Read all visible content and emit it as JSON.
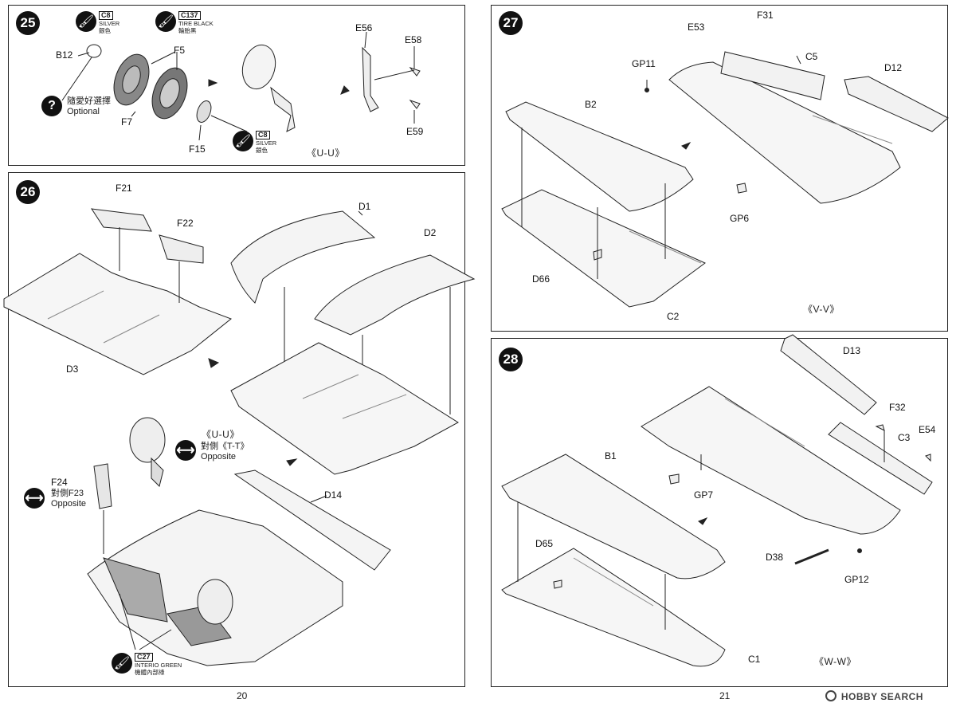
{
  "steps": {
    "s25": {
      "number": "25",
      "paint1": {
        "code": "C8",
        "name": "SILVER",
        "name_cn": "銀色"
      },
      "paint2": {
        "code": "C137",
        "name": "TIRE BLACK",
        "name_cn": "輪胎黑"
      },
      "paint3": {
        "code": "C8",
        "name": "SILVER",
        "name_cn": "銀色"
      },
      "optional_cn": "隨愛好選擇",
      "optional": "Optional",
      "parts": {
        "b12": "B12",
        "f5": "F5",
        "f7": "F7",
        "f15": "F15",
        "e56": "E56",
        "e58": "E58",
        "e59": "E59"
      },
      "view": "《U-U》"
    },
    "s26": {
      "number": "26",
      "parts": {
        "f21": "F21",
        "f22": "F22",
        "d1": "D1",
        "d2": "D2",
        "d3": "D3",
        "d14": "D14",
        "f24": "F24"
      },
      "view_uu": "《U-U》",
      "opposite_tt_cn": "對側《T-T》",
      "opposite_tt": "Opposite",
      "opposite_f23_cn": "對側F23",
      "opposite_f23": "Opposite",
      "paint": {
        "code": "C27",
        "name": "INTERIO GREEN",
        "name_cn": "機體內部綠"
      }
    },
    "s27": {
      "number": "27",
      "parts": {
        "e53": "E53",
        "f31": "F31",
        "c5": "C5",
        "gp11": "GP11",
        "d12": "D12",
        "b2": "B2",
        "gp6": "GP6",
        "d66": "D66",
        "c2": "C2"
      },
      "view": "《V-V》"
    },
    "s28": {
      "number": "28",
      "parts": {
        "d13": "D13",
        "f32": "F32",
        "e54": "E54",
        "c3": "C3",
        "b1": "B1",
        "gp7": "GP7",
        "d65": "D65",
        "d38": "D38",
        "gp12": "GP12",
        "c1": "C1"
      },
      "view": "《W-W》"
    }
  },
  "pages": {
    "left": "20",
    "right": "21"
  },
  "watermark": "HOBBY SEARCH"
}
